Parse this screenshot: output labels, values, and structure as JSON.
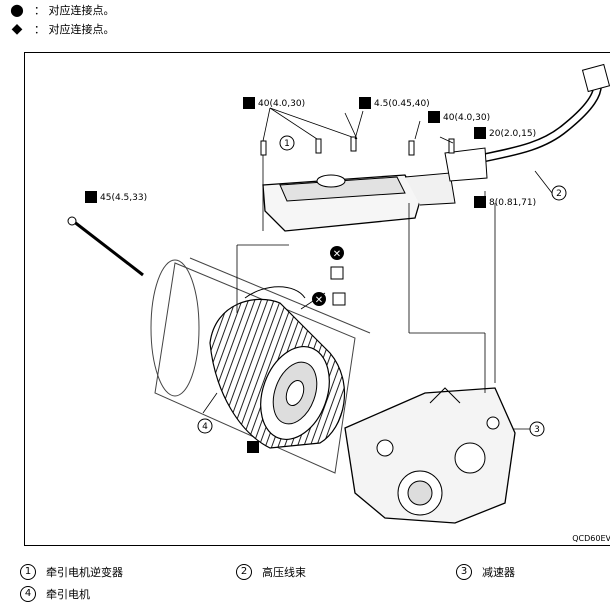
{
  "legend": [
    {
      "symbol": "●",
      "text": "： 对应连接点。"
    },
    {
      "symbol": "◆",
      "text": "： 对应连接点。"
    }
  ],
  "torque_labels": [
    {
      "value": "40(4.0,30)"
    },
    {
      "value": "4.5(0.45,40)"
    },
    {
      "value": "40(4.0,30)"
    },
    {
      "value": "20(2.0,15)"
    },
    {
      "value": "8(0.81,71)"
    },
    {
      "value": "45(4.5,33)"
    }
  ],
  "callouts": [
    "1",
    "2",
    "3",
    "4"
  ],
  "diagram_code": "QCD60EV",
  "parts": [
    {
      "num": "1",
      "name": "牵引电机逆变器"
    },
    {
      "num": "2",
      "name": "高压线束"
    },
    {
      "num": "3",
      "name": "减速器"
    },
    {
      "num": "4",
      "name": "牵引电机"
    }
  ]
}
